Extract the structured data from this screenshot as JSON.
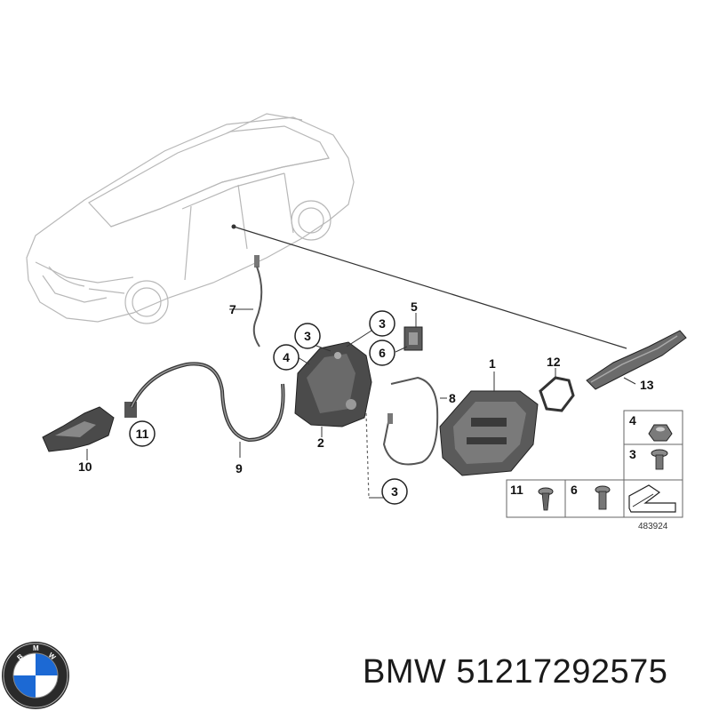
{
  "diagram": {
    "callouts": {
      "c1": "1",
      "c2": "2",
      "c3a": "3",
      "c3b": "3",
      "c3c": "3",
      "c4": "4",
      "c5": "5",
      "c6": "6",
      "c7": "7",
      "c8": "8",
      "c9": "9",
      "c10": "10",
      "c11": "11",
      "c12": "12",
      "c13": "13"
    },
    "legend": {
      "l4": "4",
      "l3": "3",
      "l11": "11",
      "l6": "6"
    },
    "reference_number": "483924"
  },
  "brand": {
    "logo_letters": "BMW"
  },
  "caption": {
    "text": "BMW 51217292575"
  },
  "colors": {
    "line": "#8a8a8a",
    "part_dark": "#3a3a3a",
    "part_mid": "#6e6e6e",
    "bmw_blue": "#1c69d4"
  }
}
